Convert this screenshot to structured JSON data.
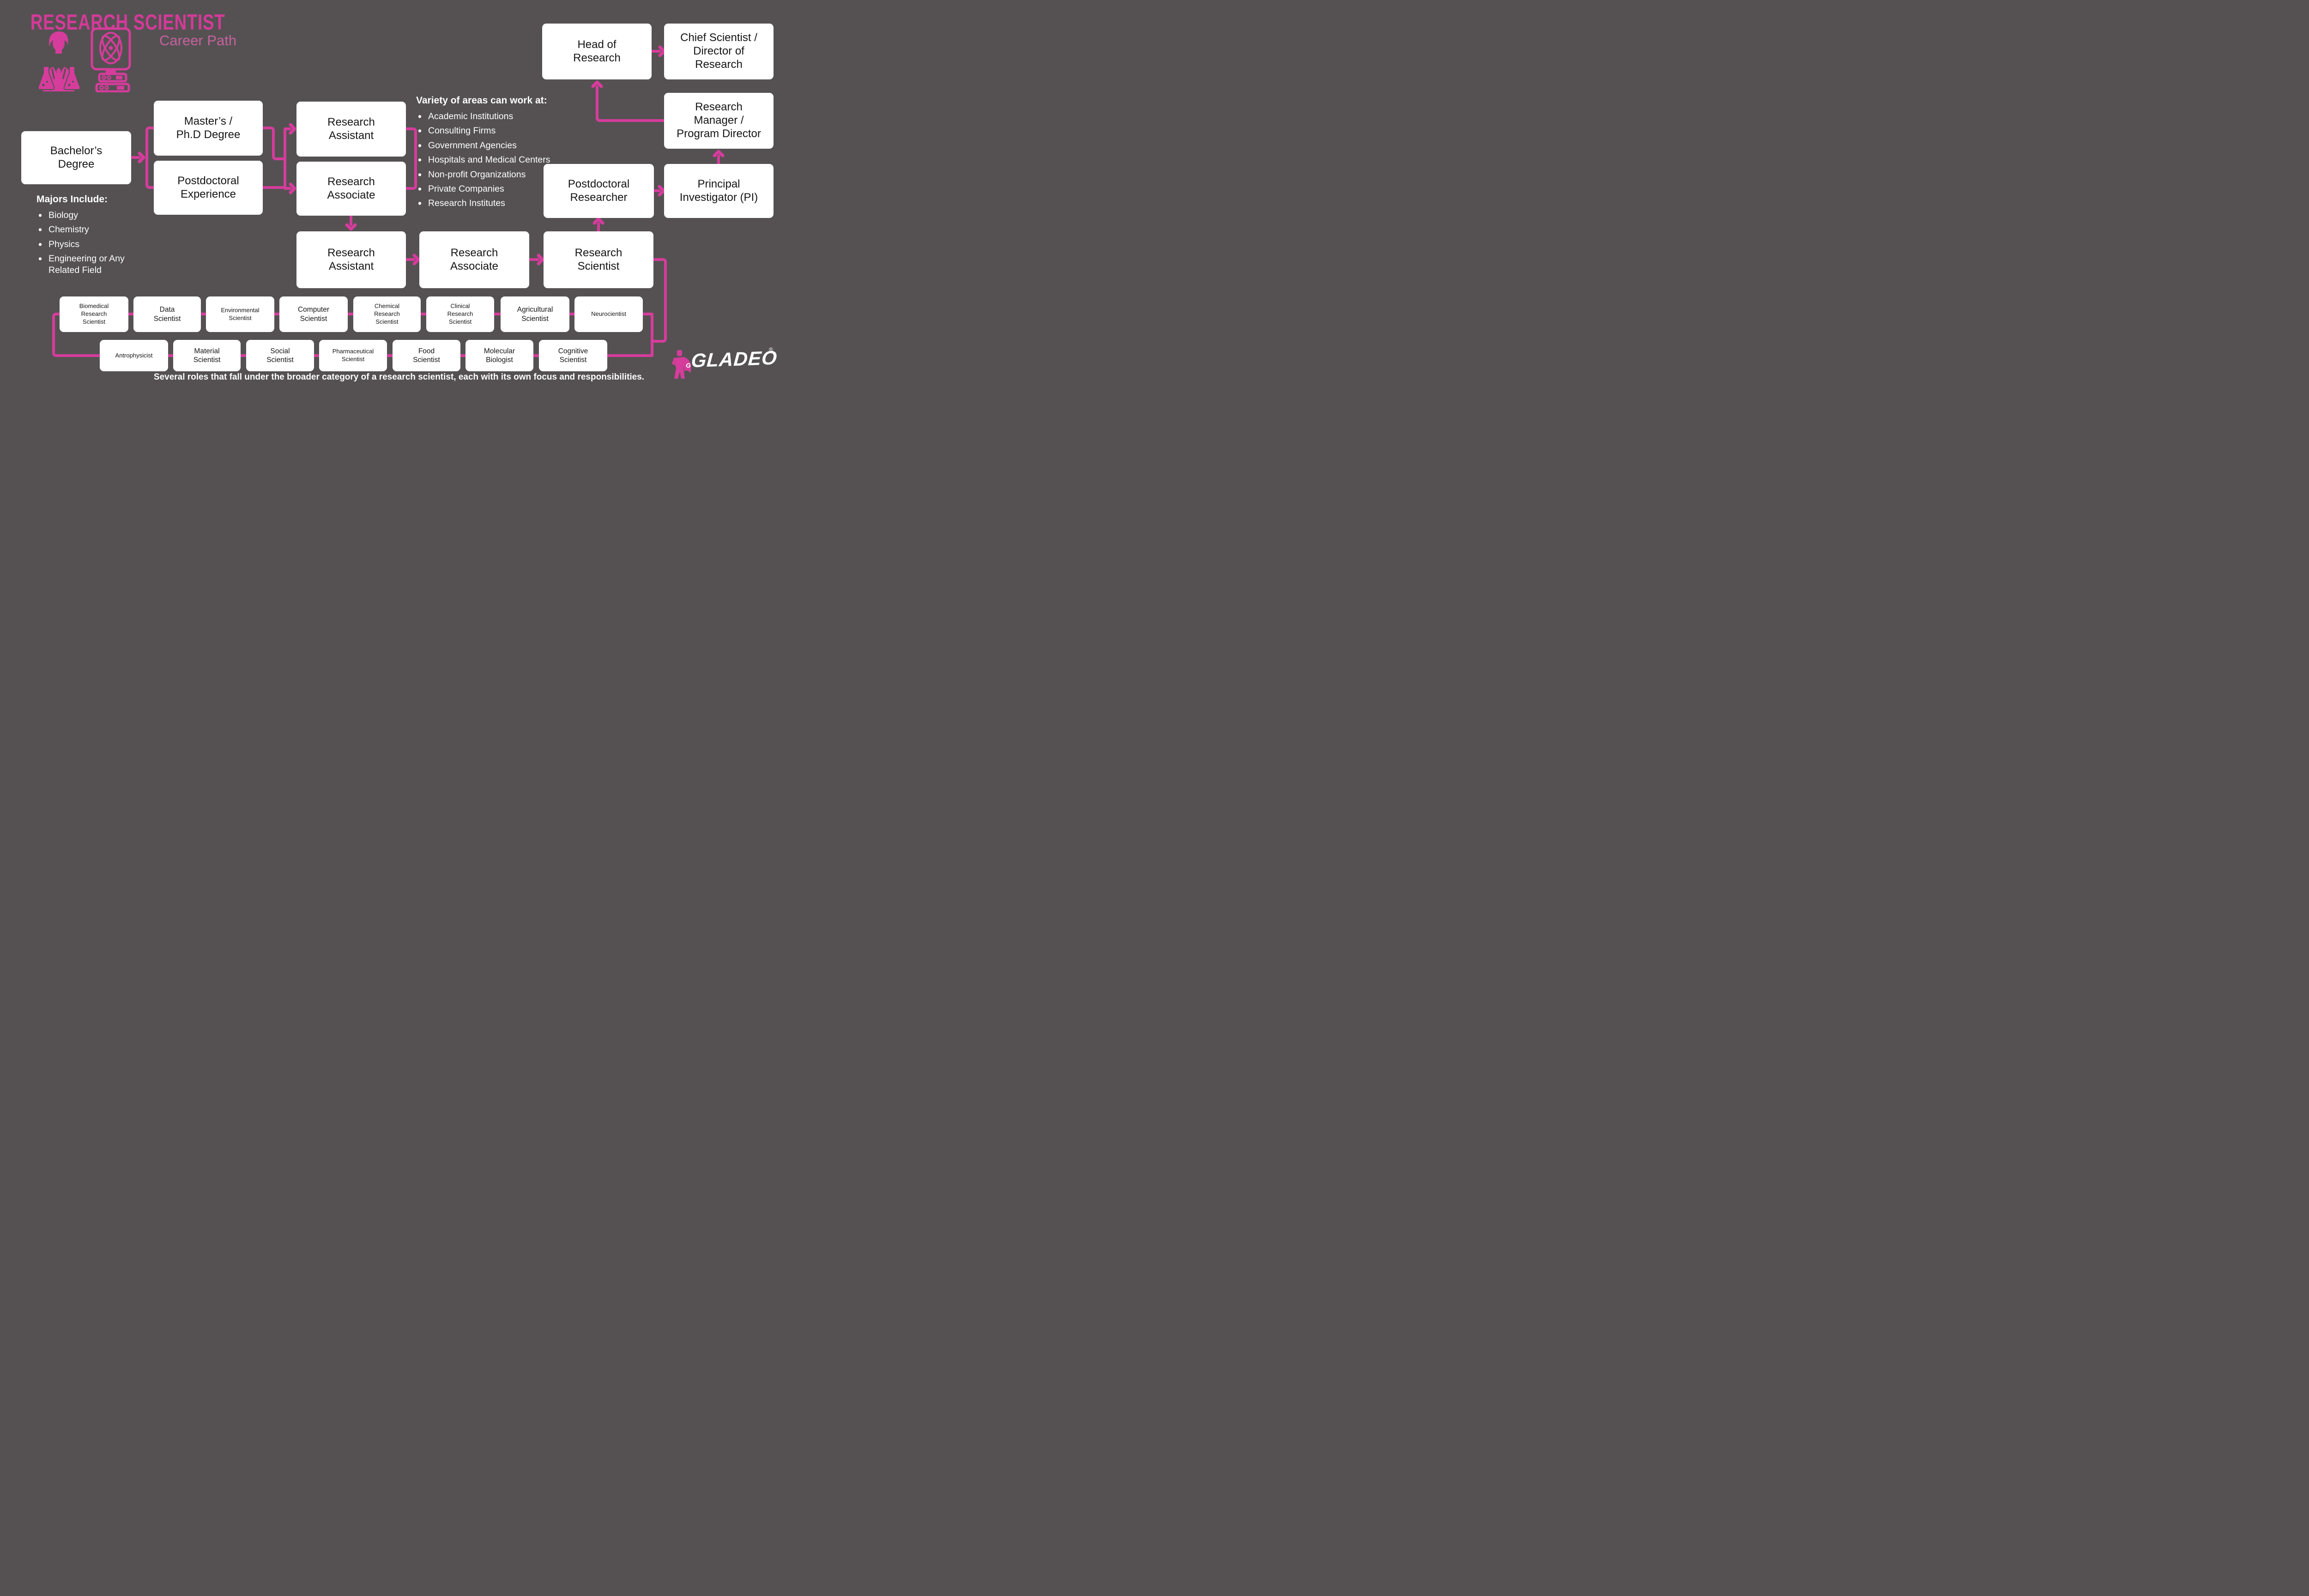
{
  "header": {
    "title": "RESEARCH SCIENTIST",
    "subtitle": "Career Path"
  },
  "majors": {
    "heading": "Majors Include:",
    "items": [
      "Biology",
      "Chemistry",
      "Physics",
      "Engineering or Any Related Field"
    ]
  },
  "workplaces": {
    "heading": "Variety of areas can work at:",
    "items": [
      "Academic Institutions",
      "Consulting Firms",
      "Government Agencies",
      "Hospitals and Medical Centers",
      "Non-profit Organizations",
      "Private Companies",
      "Research Institutes"
    ]
  },
  "flow": {
    "bachelors": "Bachelor’s\nDegree",
    "masters": "Master’s /\nPh.D Degree",
    "postdoc_experience": "Postdoctoral\nExperience",
    "research_assistant_1": "Research\nAssistant",
    "research_associate_1": "Research\nAssociate",
    "research_assistant_2": "Research\nAssistant",
    "research_associate_2": "Research\nAssociate",
    "research_scientist": "Research\nScientist",
    "postdoctoral_researcher": "Postdoctoral\nResearcher",
    "principal_investigator": "Principal\nInvestigator (PI)",
    "research_manager": "Research\nManager /\nProgram Director",
    "head_of_research": "Head of\nResearch",
    "chief_scientist": "Chief Scientist /\nDirector of\nResearch"
  },
  "specialists": {
    "row1": [
      "Biomedical\nResearch\nScientist",
      "Data\nScientist",
      "Environmental\nScientist",
      "Computer\nScientist",
      "Chemical\nResearch\nScientist",
      "Clinical\nResearch\nScientist",
      "Agricultural\nScientist",
      "Neurocientist"
    ],
    "row2": [
      "Antrophysicist",
      "Material\nScientist",
      "Social\nScientist",
      "Pharmaceutical\nScientist",
      "Food\nScientist",
      "Molecular\nBiologist",
      "Cognitive\nScientist"
    ]
  },
  "caption": "Several roles that fall under the broader category of a research scientist, each with its own focus and responsibilities.",
  "brand": {
    "name": "GLADEO",
    "registered": "®"
  },
  "colors": {
    "background": "#555152",
    "pink": "#D63C9C",
    "box": "#FFFFFF",
    "text_dark": "#151515",
    "text_light": "#FFFFFF"
  }
}
